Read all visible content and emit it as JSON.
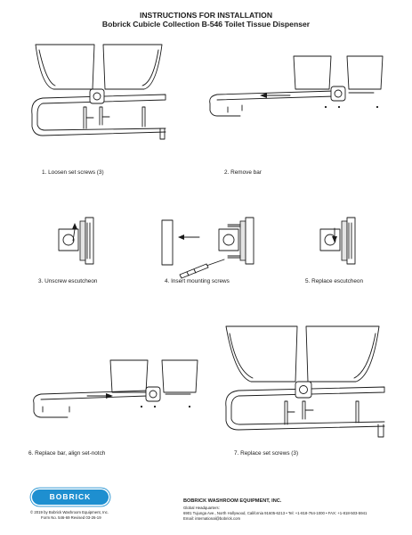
{
  "header": {
    "title": "INSTRUCTIONS FOR INSTALLATION",
    "subtitle": "Bobrick Cubicle Collection B-546 Toilet Tissue Dispenser"
  },
  "steps": [
    {
      "label": "1. Loosen set screws (3)"
    },
    {
      "label": "2. Remove bar"
    },
    {
      "label": "3. Unscrew escutcheon"
    },
    {
      "label": "4. Insert mounting screws"
    },
    {
      "label": "5. Replace escutcheon"
    },
    {
      "label": "6. Replace bar, align set-notch"
    },
    {
      "label": "7. Replace set screws (3)"
    }
  ],
  "footer": {
    "logo_text": "BOBRICK",
    "copyright": "© 2019 by Bobrick Washroom Equipment, Inc.",
    "form_line": "Form No. 546-69    Revised 03-26-19",
    "company": "BOBRICK WASHROOM EQUIPMENT, INC.",
    "hq_label": "Global Headquarters:",
    "address": "6901 Tujunga Ave., North Hollywood, California 91605-6213 • Tel: +1-818-764-1000 • FAX: +1-818-503-5941",
    "email": "Email: international@bobrick.com"
  }
}
